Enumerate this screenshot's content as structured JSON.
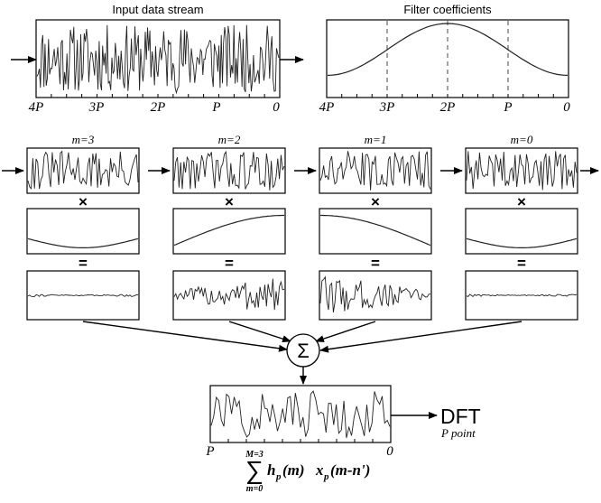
{
  "input_panel": {
    "title": "Input data stream",
    "ticks": [
      "4P",
      "3P",
      "2P",
      "P",
      "0"
    ]
  },
  "filter_panel": {
    "title": "Filter coefficients",
    "ticks": [
      "4P",
      "3P",
      "2P",
      "P",
      "0"
    ]
  },
  "segments": [
    {
      "label": "m=3"
    },
    {
      "label": "m=2"
    },
    {
      "label": "m=1"
    },
    {
      "label": "m=0"
    }
  ],
  "operators": {
    "multiply": "×",
    "equals": "="
  },
  "sum_symbol": "Σ",
  "output_panel": {
    "ticks": [
      "P",
      "0"
    ]
  },
  "dft": {
    "label": "DFT",
    "sublabel": "P point"
  },
  "formula": {
    "sum": "∑",
    "upper": "M=3",
    "lower": "m=0",
    "h": "h",
    "h_sub": "p",
    "h_arg": "(m)",
    "x": "x",
    "x_sub": "p",
    "x_arg": "(m-n')"
  }
}
